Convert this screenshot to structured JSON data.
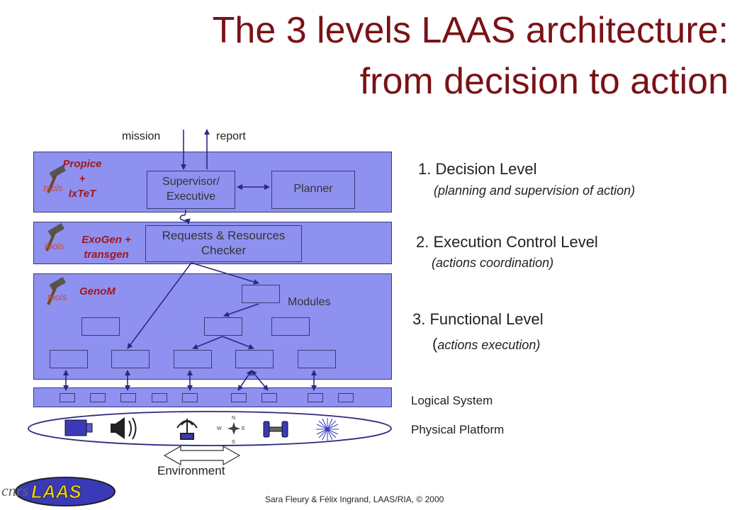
{
  "title": {
    "line1": "The 3 levels LAAS architecture:",
    "line2": "from decision to action"
  },
  "io": {
    "mission": "mission",
    "report": "report"
  },
  "decision": {
    "tool_line1": "Propice",
    "tool_line2": "+",
    "tool_line3": "IxTeT",
    "tools_word": "tools",
    "supervisor_line1": "Supervisor/",
    "supervisor_line2": "Executive",
    "planner": "Planner"
  },
  "execution": {
    "tool_line1": "ExoGen +",
    "tool_line2": "transgen",
    "tools_word": "tools",
    "checker_line1": "Requests & Resources",
    "checker_line2": "Checker"
  },
  "functional": {
    "tool": "GenoM",
    "tools_word": "tools",
    "modules": "Modules"
  },
  "levels": {
    "l1_title": "1. Decision Level",
    "l1_sub": "(planning and supervision of action)",
    "l2_title": "2. Execution Control Level",
    "l2_sub": "(actions coordination)",
    "l3_title": "3. Functional Level",
    "l3_sub_paren": "(",
    "l3_sub": "actions execution)"
  },
  "system": {
    "logical": "Logical System",
    "physical": "Physical Platform",
    "environment": "Environment"
  },
  "compass": {
    "n": "N",
    "s": "S",
    "e": "E",
    "w": "W"
  },
  "logo": {
    "text": "LAAS",
    "prefix": "cnrs"
  },
  "footer": "Sara Fleury & Félix Ingrand, LAAS/RIA, © 2000",
  "colors": {
    "title": "#7a1216",
    "panel": "#8f91f0",
    "line": "#2a2a80",
    "tool": "#a0181c"
  },
  "icons": [
    "hammer-icon",
    "camera-icon",
    "speaker-icon",
    "antenna-icon",
    "compass-icon",
    "wheels-icon",
    "laser-icon",
    "logo-icon"
  ]
}
